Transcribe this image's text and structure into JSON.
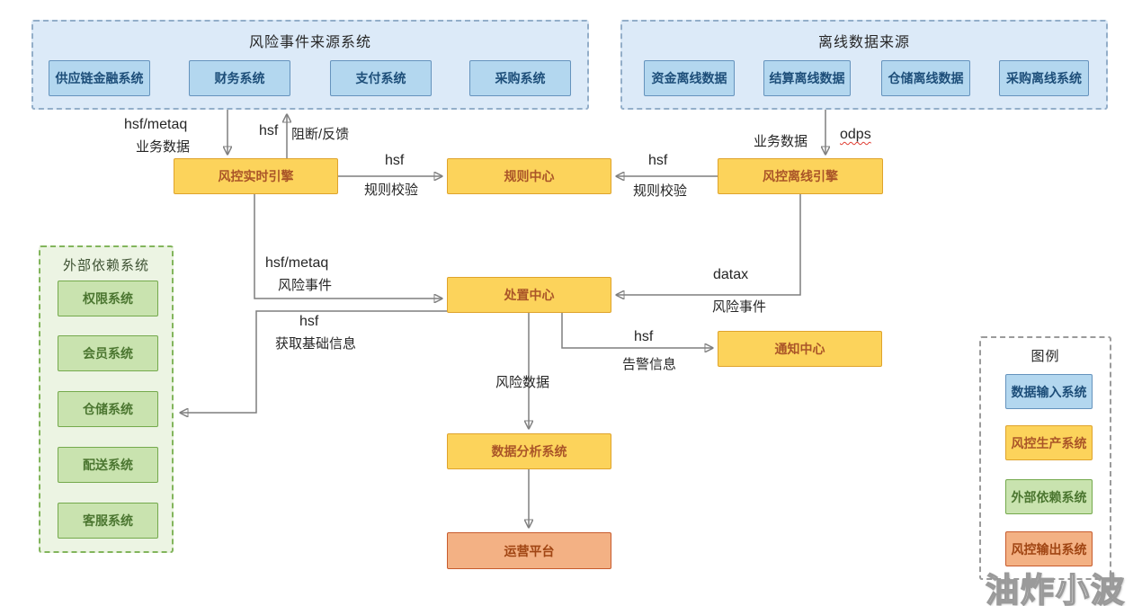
{
  "containers": {
    "source": {
      "title": "风险事件来源系统",
      "items": [
        "供应链金融系统",
        "财务系统",
        "支付系统",
        "采购系统"
      ]
    },
    "offline": {
      "title": "离线数据来源",
      "items": [
        "资金离线数据",
        "结算离线数据",
        "仓储离线数据",
        "采购离线系统"
      ]
    },
    "external": {
      "title": "外部依赖系统",
      "items": [
        "权限系统",
        "会员系统",
        "仓储系统",
        "配送系统",
        "客服系统"
      ]
    },
    "legend": {
      "title": "图例",
      "items": [
        {
          "label": "数据输入系统",
          "color": "#b3d7ef"
        },
        {
          "label": "风控生产系统",
          "color": "#fcd35b"
        },
        {
          "label": "外部依赖系统",
          "color": "#c9e3af"
        },
        {
          "label": "风控输出系统",
          "color": "#f3b184"
        }
      ]
    }
  },
  "nodes": {
    "realtime_engine": "风控实时引擎",
    "rule_center": "规则中心",
    "offline_engine": "风控离线引擎",
    "disposal_center": "处置中心",
    "notify_center": "通知中心",
    "data_analysis": "数据分析系统",
    "ops_platform": "运营平台"
  },
  "edge_labels": {
    "source_to_realtime_proto": "hsf/metaq",
    "source_to_realtime_data": "业务数据",
    "realtime_to_source_proto": "hsf",
    "realtime_to_source_data": "阻断/反馈",
    "realtime_to_rule_proto": "hsf",
    "realtime_to_rule_data": "规则校验",
    "offline_to_rule_proto": "hsf",
    "offline_to_rule_data": "规则校验",
    "offline_source_data": "业务数据",
    "offline_source_proto": "odps",
    "realtime_to_disposal_proto": "hsf/metaq",
    "realtime_to_disposal_data": "风险事件",
    "offline_to_disposal_proto": "datax",
    "offline_to_disposal_data": "风险事件",
    "disposal_to_external_proto": "hsf",
    "disposal_to_external_data": "获取基础信息",
    "disposal_to_notify_proto": "hsf",
    "disposal_to_notify_data": "告警信息",
    "disposal_to_analysis_data": "风险数据"
  },
  "watermark": "油炸小波",
  "colors": {
    "input_fill": "#b3d7ef",
    "input_border": "#6593bd",
    "input_text": "#1d4e79",
    "prod_fill": "#fcd35b",
    "prod_border": "#dfa32b",
    "prod_text": "#aa5528",
    "external_fill": "#c9e3af",
    "external_border": "#74a94c",
    "external_text": "#4b7630",
    "output_fill": "#f3b184",
    "output_border": "#c75b2d",
    "output_text": "#a04513",
    "wire": "#7f7f7f",
    "spellcheck_underline": "#e03c31"
  }
}
